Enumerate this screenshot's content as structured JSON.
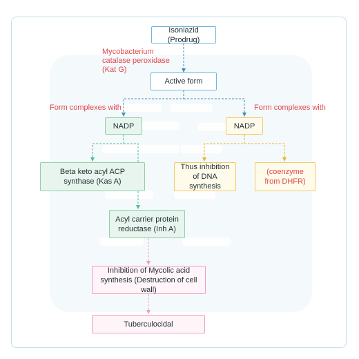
{
  "nodes": {
    "isoniazid": "Isoniazid (Prodrug)",
    "active_form": "Active form",
    "nadp_left": "NADP",
    "nadp_right": "NADP",
    "kas_a": "Beta keto acyl ACP synthase (Kas A)",
    "inh_a": "Acyl carrier protein reductase (Inh A)",
    "dna_inhibition": "Thus inhibition of DNA synthesis",
    "coenzyme": "(coenzyme from DHFR)",
    "mycolic": "Inhibition of Mycolic acid synthesis (Destruction of cell wall)",
    "tuberculocidal": "Tuberculocidal"
  },
  "labels": {
    "katg": "Mycobacterium catalase peroxidase (Kat G)",
    "complex_left": "Form complexes with",
    "complex_right": "Form complexes with"
  },
  "colors": {
    "blue_arrow": "#3f8fb8",
    "green_arrow": "#4fc08a",
    "yellow_arrow": "#f0b429",
    "pink_arrow": "#f29cc0",
    "label_red": "#e0474c"
  }
}
